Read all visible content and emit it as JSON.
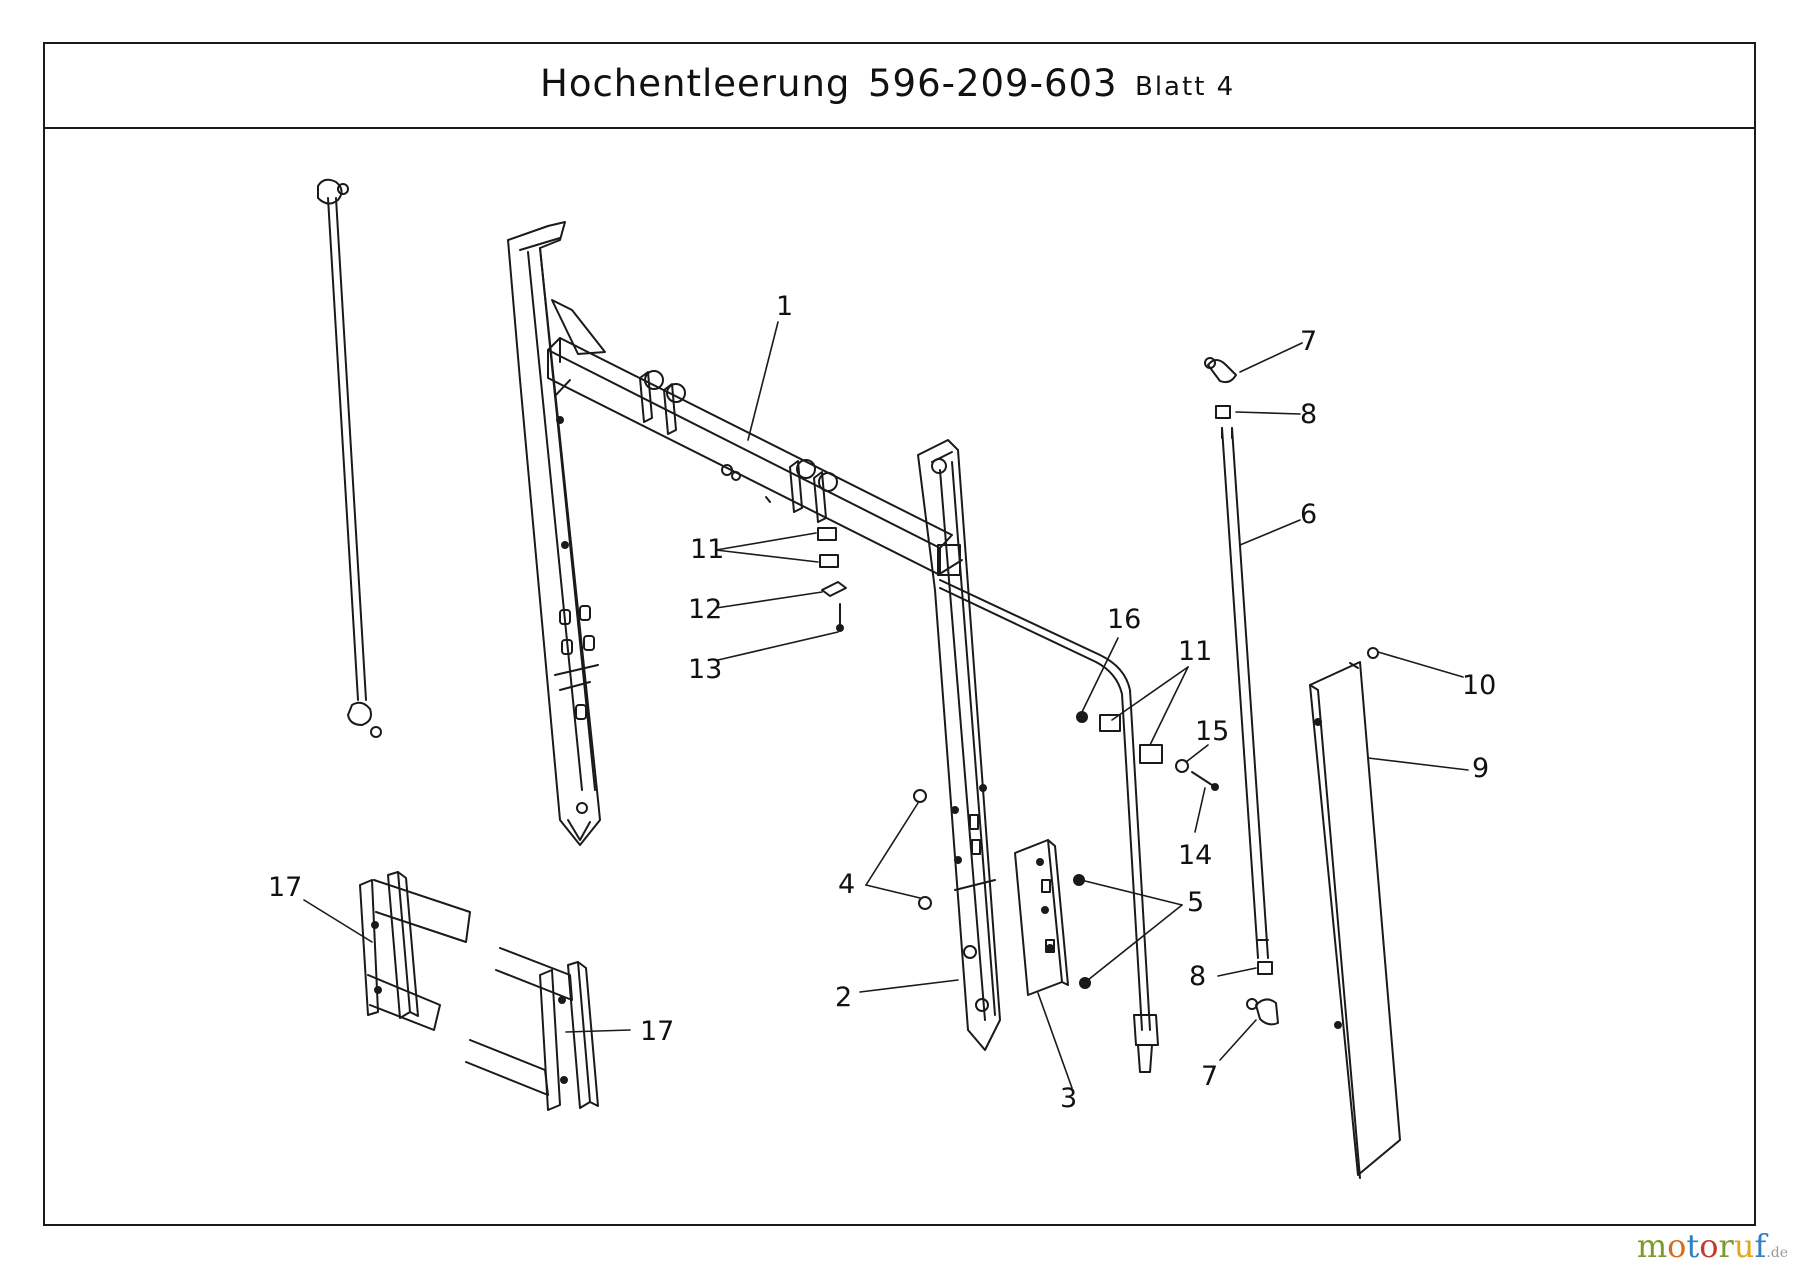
{
  "header": {
    "name": "Hochentleerung",
    "number": "596-209-603",
    "sheet": "Blatt 4"
  },
  "callouts": [
    "1",
    "2",
    "3",
    "4",
    "5",
    "6",
    "7",
    "7",
    "8",
    "8",
    "9",
    "10",
    "11",
    "11",
    "12",
    "13",
    "14",
    "15",
    "16",
    "17",
    "17"
  ],
  "watermark": {
    "letters": [
      "m",
      "o",
      "t",
      "o",
      "r",
      "u",
      "f"
    ],
    "colors": [
      "#7a9a2e",
      "#d96b1e",
      "#2f7fc1",
      "#c43a2b",
      "#7a9a2e",
      "#e0a81f",
      "#2f7fc1"
    ],
    "tld": ".de"
  },
  "colors": {
    "line": "#1a1a1a"
  }
}
